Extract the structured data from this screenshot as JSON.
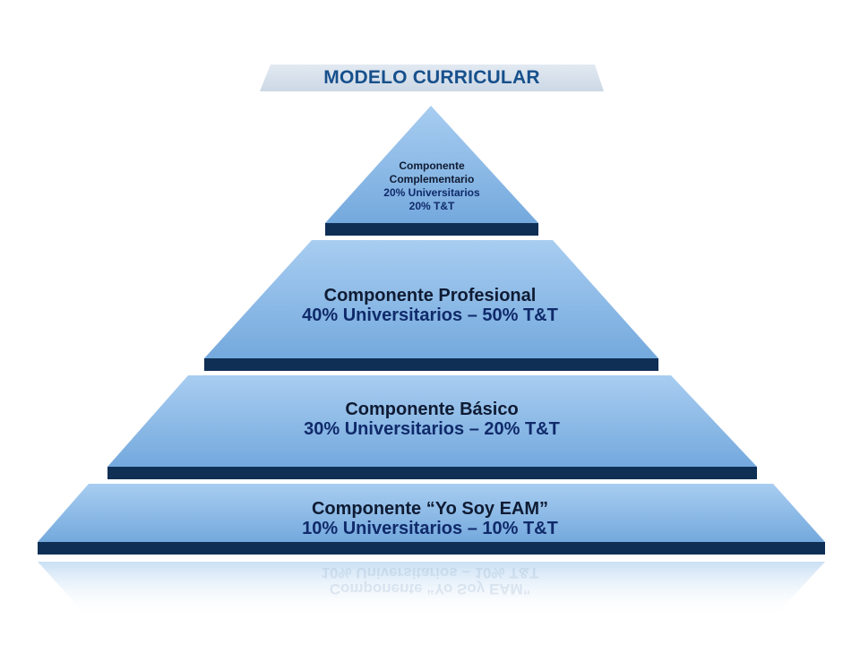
{
  "title": "MODELO CURRICULAR",
  "colors": {
    "banner": "#d7e1ec",
    "tier_light": "#a9cdf0",
    "tier_mid": "#7fb0e0",
    "tier_base": "#0f2f55",
    "title_text": "#17508c"
  },
  "tiers": [
    {
      "name": "Componente Complementario",
      "name_line1": "Componente",
      "name_line2": "Complementario",
      "universitarios": "20% Universitarios",
      "tyt": "20% T&T"
    },
    {
      "name": "Componente Profesional",
      "detail": "40% Universitarios – 50% T&T"
    },
    {
      "name": "Componente Básico",
      "detail": "30% Universitarios – 20% T&T"
    },
    {
      "name": "Componente “Yo Soy EAM”",
      "detail": "10% Universitarios – 10% T&T"
    }
  ]
}
